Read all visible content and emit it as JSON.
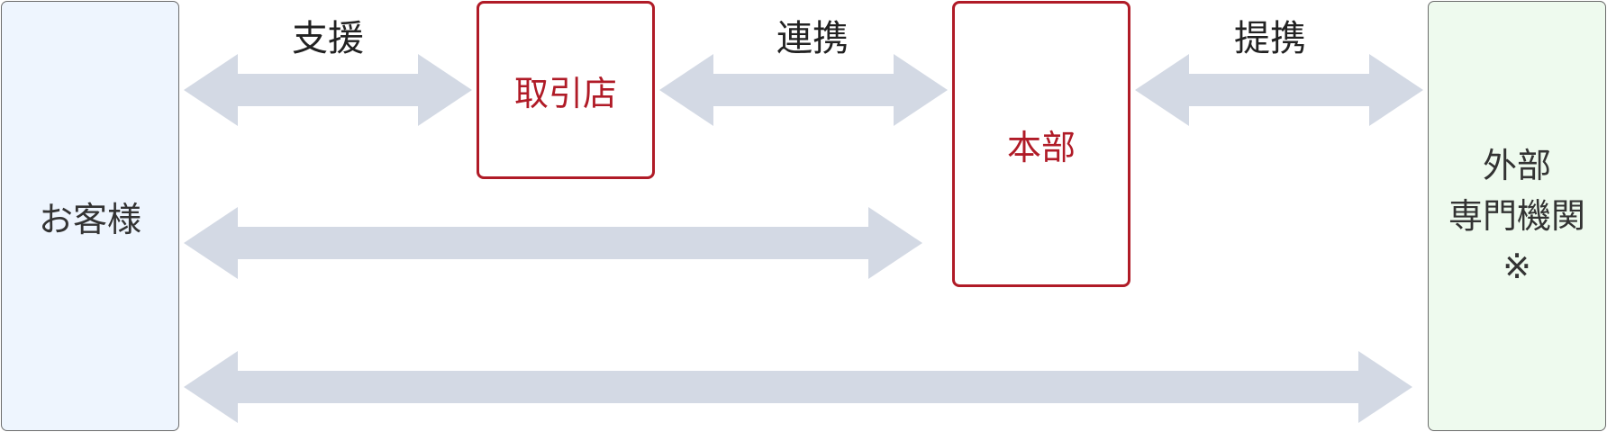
{
  "nodes": {
    "customer": "お客様",
    "branch": "取引店",
    "headquarters": "本部",
    "external": [
      "外部",
      "専門機関",
      "※"
    ]
  },
  "relations": {
    "support": "支援",
    "cooperation": "連携",
    "partnership": "提携"
  },
  "colors": {
    "accent": "#b01b27",
    "arrow": "#d3d9e4",
    "customer_bg": "#eef5fe",
    "external_bg": "#eefaee"
  }
}
